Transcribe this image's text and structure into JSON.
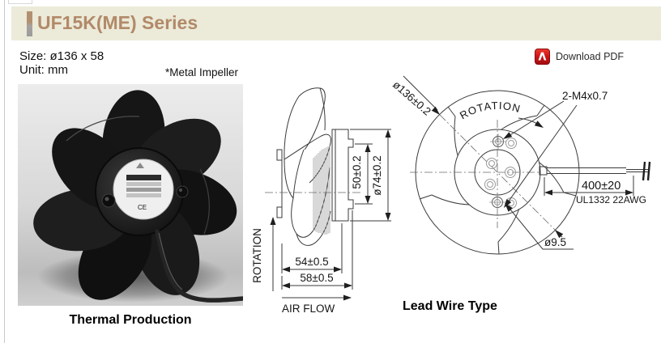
{
  "header": {
    "title": "UF15K(ME) Series"
  },
  "meta": {
    "size_label": "Size: ø136 x 58",
    "unit_label": "Unit: mm",
    "impeller_note": "*Metal Impeller"
  },
  "pdf": {
    "label": "Download PDF"
  },
  "photo": {
    "caption": "Thermal Production",
    "hub_ce_mark": "CE"
  },
  "side_view": {
    "rotation_label": "ROTATION",
    "air_flow_label": "AIR FLOW",
    "dim_inner_depth": "54±0.5",
    "dim_outer_depth": "58±0.5",
    "dim_hub_height": "50±0.2",
    "dim_motor_diameter": "ø74±0.2"
  },
  "front_view": {
    "caption": "Lead Wire Type",
    "rotation_label": "ROTATION",
    "dim_fan_diameter": "ø136±0.2",
    "mounting_holes_label": "2-M4x0.7",
    "dim_lead_length": "400±20",
    "lead_wire_spec": "UL1332 22AWG",
    "dim_hole_diameter": "ø9.5"
  },
  "colors": {
    "header_bg": "#ecead9",
    "title_text": "#b18a69",
    "accent_bar_top": "#b2906f",
    "accent_bar_bottom": "#9c9c9c",
    "pdf_icon_red": "#cd1317",
    "drawing_line": "#3a3a3a"
  }
}
